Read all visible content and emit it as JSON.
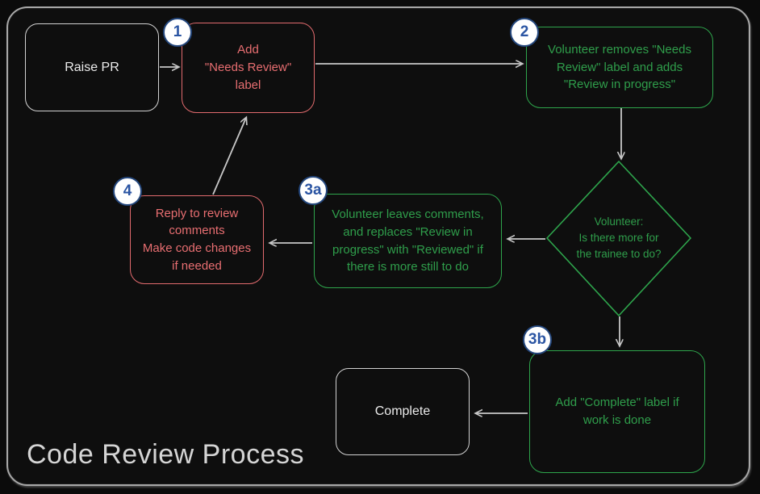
{
  "title": "Code Review Process",
  "colors": {
    "background": "#0b0b0b",
    "frame_border": "#a8a8a8",
    "red_accent": "#e26b6e",
    "green_accent": "#2f9e4b",
    "white_accent": "#ececec",
    "arrow": "#c8c8c8",
    "badge_fill": "#ffffff",
    "badge_border": "#24477d",
    "badge_text": "#2b55a3"
  },
  "badges": {
    "step1": "1",
    "step2": "2",
    "step3a": "3a",
    "step3b": "3b",
    "step4": "4"
  },
  "nodes": {
    "raise_pr": {
      "label": "Raise PR"
    },
    "add_needs_review": {
      "label": "Add\n\"Needs Review\"\nlabel"
    },
    "volunteer_removes": {
      "label": "Volunteer removes \"Needs\nReview\" label and adds\n\"Review in progress\""
    },
    "decision": {
      "label": "Volunteer:\nIs there more for\nthe trainee to do?"
    },
    "volunteer_leaves": {
      "label": "Volunteer leaves comments,\nand replaces \"Review in\nprogress\" with \"Reviewed\" if\nthere is more still to do"
    },
    "reply_comments": {
      "label": "Reply to review\ncomments\nMake code changes\nif needed"
    },
    "add_complete": {
      "label": "Add \"Complete\" label if\nwork is done"
    },
    "complete": {
      "label": "Complete"
    }
  }
}
